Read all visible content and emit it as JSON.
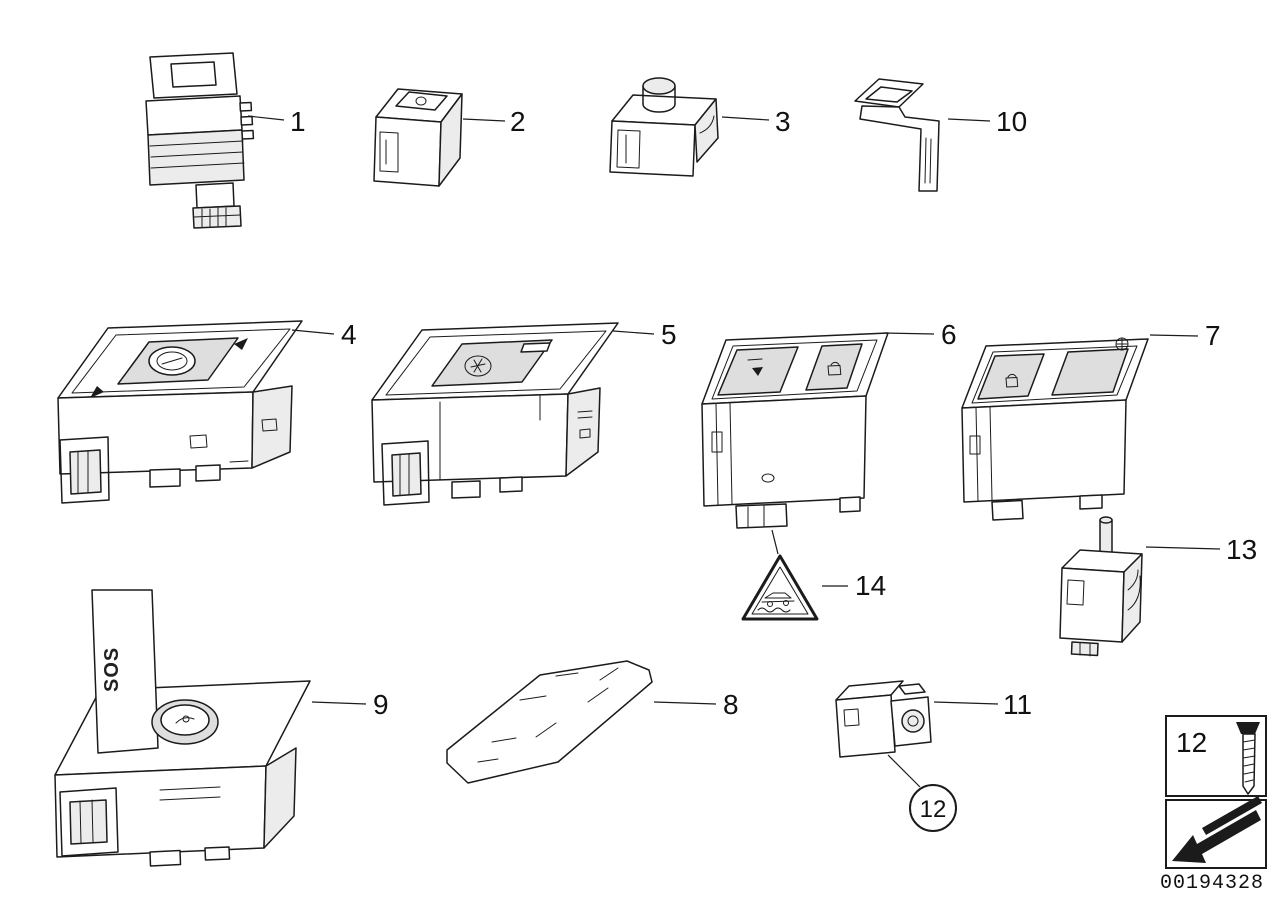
{
  "diagram": {
    "kind": "vehicle-switch-parts-diagram",
    "colors": {
      "background": "#ffffff",
      "line": "#1b1b1b"
    }
  },
  "callouts": {
    "c1": "1",
    "c2": "2",
    "c3": "3",
    "c4": "4",
    "c5": "5",
    "c6": "6",
    "c7": "7",
    "c8": "8",
    "c9": "9",
    "c10": "10",
    "c11": "11",
    "c12_circled": "12",
    "c12_legend": "12",
    "c13": "13",
    "c14": "14"
  },
  "part_texts": {
    "sos_label": "SOS"
  },
  "footer": {
    "document_number": "00194328"
  }
}
